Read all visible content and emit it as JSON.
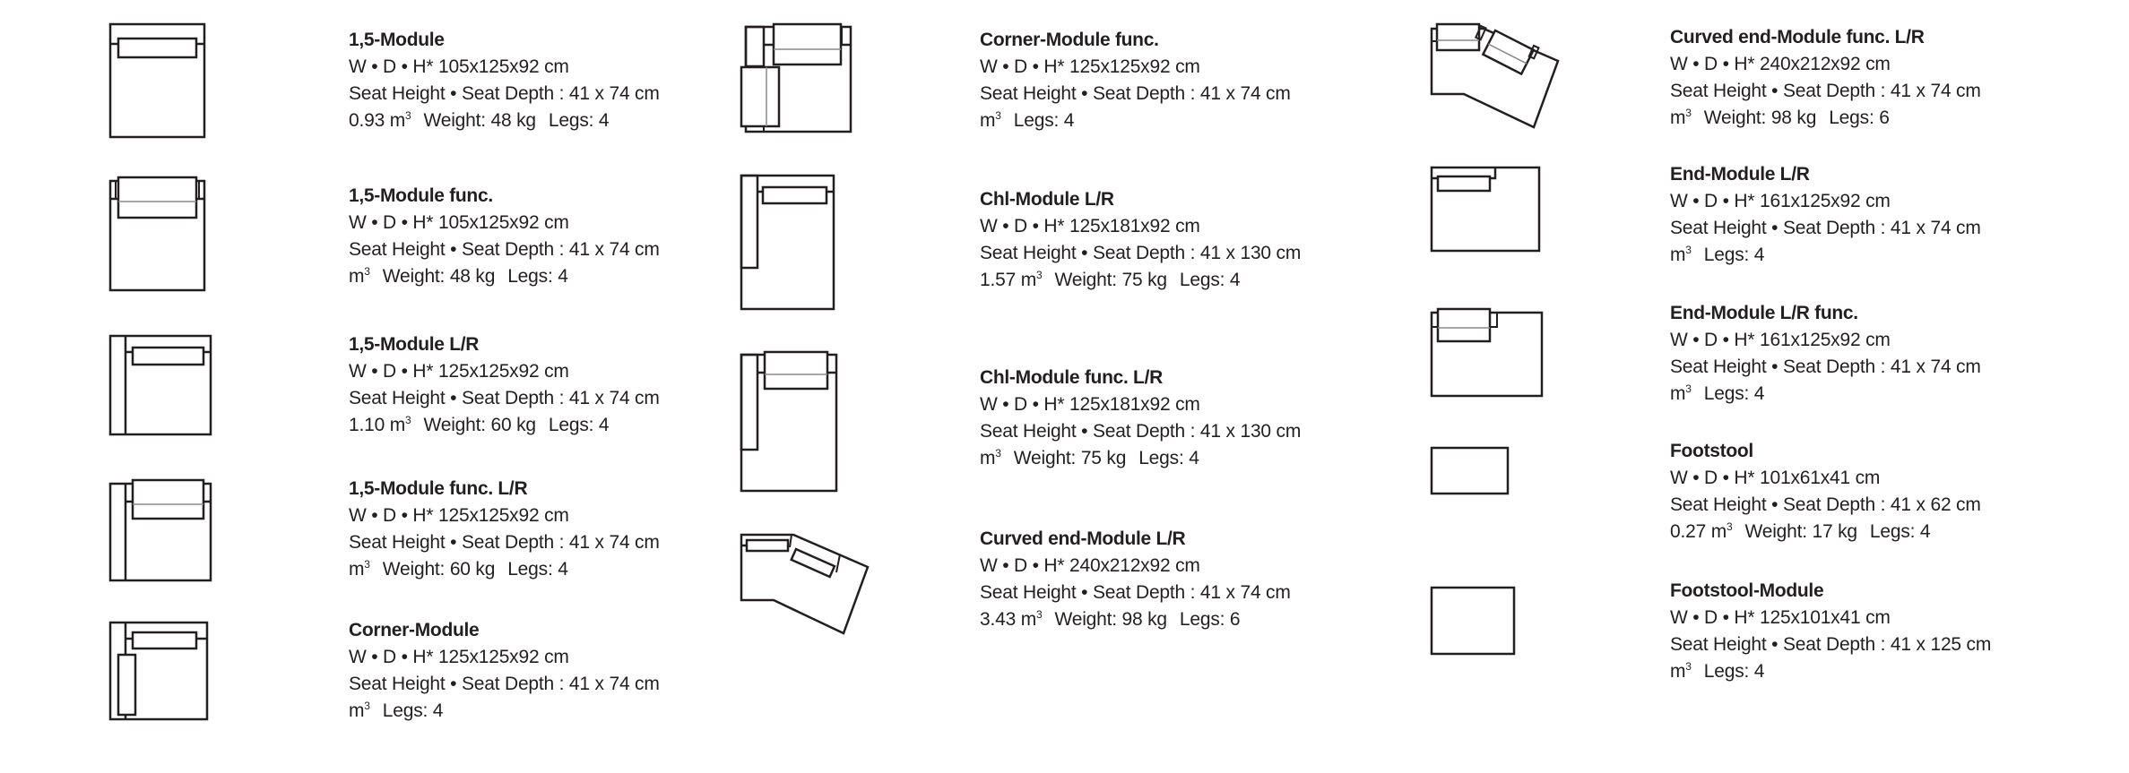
{
  "items": [
    {
      "name": "1,5-Module",
      "dims": "W • D • H*  105x125x92 cm",
      "seat": "Seat Height • Seat Depth : 41 x 74 cm",
      "volume": "0.93 m",
      "weight": "Weight: 48 kg",
      "legs": "Legs: 4"
    },
    {
      "name": "1,5-Module func.",
      "dims": "W • D • H*  105x125x92 cm",
      "seat": "Seat Height • Seat Depth : 41 x 74 cm",
      "volume": " m",
      "weight": "Weight: 48 kg",
      "legs": "Legs: 4"
    },
    {
      "name": "1,5-Module L/R",
      "dims": "W • D • H*  125x125x92 cm",
      "seat": "Seat Height • Seat Depth : 41 x 74 cm",
      "volume": "1.10 m",
      "weight": "Weight: 60 kg",
      "legs": "Legs: 4"
    },
    {
      "name": "1,5-Module func. L/R",
      "dims": "W • D • H*  125x125x92 cm",
      "seat": "Seat Height • Seat Depth : 41 x 74 cm",
      "volume": " m",
      "weight": "Weight: 60 kg",
      "legs": "Legs: 4"
    },
    {
      "name": "Corner-Module",
      "dims": "W • D • H*  125x125x92 cm",
      "seat": "Seat Height • Seat Depth : 41 x 74 cm",
      "volume": " m",
      "weight": "",
      "legs": "Legs: 4"
    },
    {
      "name": "Corner-Module func.",
      "dims": "W • D • H*  125x125x92 cm",
      "seat": "Seat Height • Seat Depth : 41 x 74 cm",
      "volume": " m",
      "weight": "",
      "legs": "Legs: 4"
    },
    {
      "name": "Chl-Module L/R",
      "dims": "W • D • H*  125x181x92 cm",
      "seat": "Seat Height • Seat Depth : 41 x 130 cm",
      "volume": "1.57 m",
      "weight": "Weight: 75 kg",
      "legs": "Legs: 4"
    },
    {
      "name": "Chl-Module func. L/R",
      "dims": "W • D • H*  125x181x92 cm",
      "seat": "Seat Height • Seat Depth : 41 x 130 cm",
      "volume": " m",
      "weight": "Weight: 75 kg",
      "legs": "Legs: 4"
    },
    {
      "name": "Curved end-Module L/R",
      "dims": "W • D • H* 240x212x92 cm",
      "seat": "Seat Height • Seat Depth : 41 x 74 cm",
      "volume": "3.43 m",
      "weight": "Weight: 98 kg",
      "legs": "Legs: 6"
    },
    {
      "name": "Curved end-Module func. L/R",
      "dims": "W • D • H* 240x212x92 cm",
      "seat": "Seat Height • Seat Depth : 41 x 74 cm",
      "volume": " m",
      "weight": "Weight: 98 kg",
      "legs": "Legs: 6"
    },
    {
      "name": "End-Module L/R",
      "dims": "W • D • H*  161x125x92 cm",
      "seat": "Seat Height • Seat Depth : 41 x 74 cm",
      "volume": " m",
      "weight": "",
      "legs": "Legs: 4"
    },
    {
      "name": "End-Module L/R func.",
      "dims": "W • D • H*  161x125x92 cm",
      "seat": "Seat Height • Seat Depth : 41 x 74 cm",
      "volume": " m",
      "weight": "",
      "legs": "Legs: 4"
    },
    {
      "name": "Footstool",
      "dims": "W • D • H*  101x61x41 cm",
      "seat": "Seat Height • Seat Depth : 41 x 62 cm",
      "volume": "0.27 m",
      "weight": "Weight:  17 kg",
      "legs": "Legs: 4"
    },
    {
      "name": "Footstool-Module",
      "dims": "W • D • H*  125x101x41 cm",
      "seat": "Seat Height • Seat Depth : 41 x 125 cm",
      "volume": " m",
      "weight": "",
      "legs": "Legs: 4"
    }
  ],
  "units": {
    "cubic_superscript": "3"
  },
  "colors": {
    "text": "#231f20",
    "line": "#231f20",
    "divider": "#8a8a8a"
  }
}
